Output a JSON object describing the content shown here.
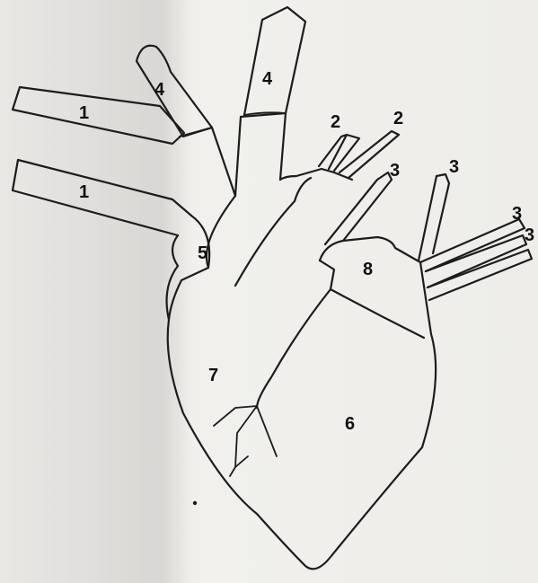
{
  "labels": {
    "l1a": "1",
    "l1b": "1",
    "l2a": "2",
    "l2b": "2",
    "l3a": "3",
    "l3b": "3",
    "l3c": "3",
    "l3d": "3",
    "l4a": "4",
    "l4b": "4",
    "l5": "5",
    "l6": "6",
    "l7": "7",
    "l8": "8"
  },
  "colors": {
    "background": "#ecebe8",
    "ink": "#1c1c1c"
  }
}
